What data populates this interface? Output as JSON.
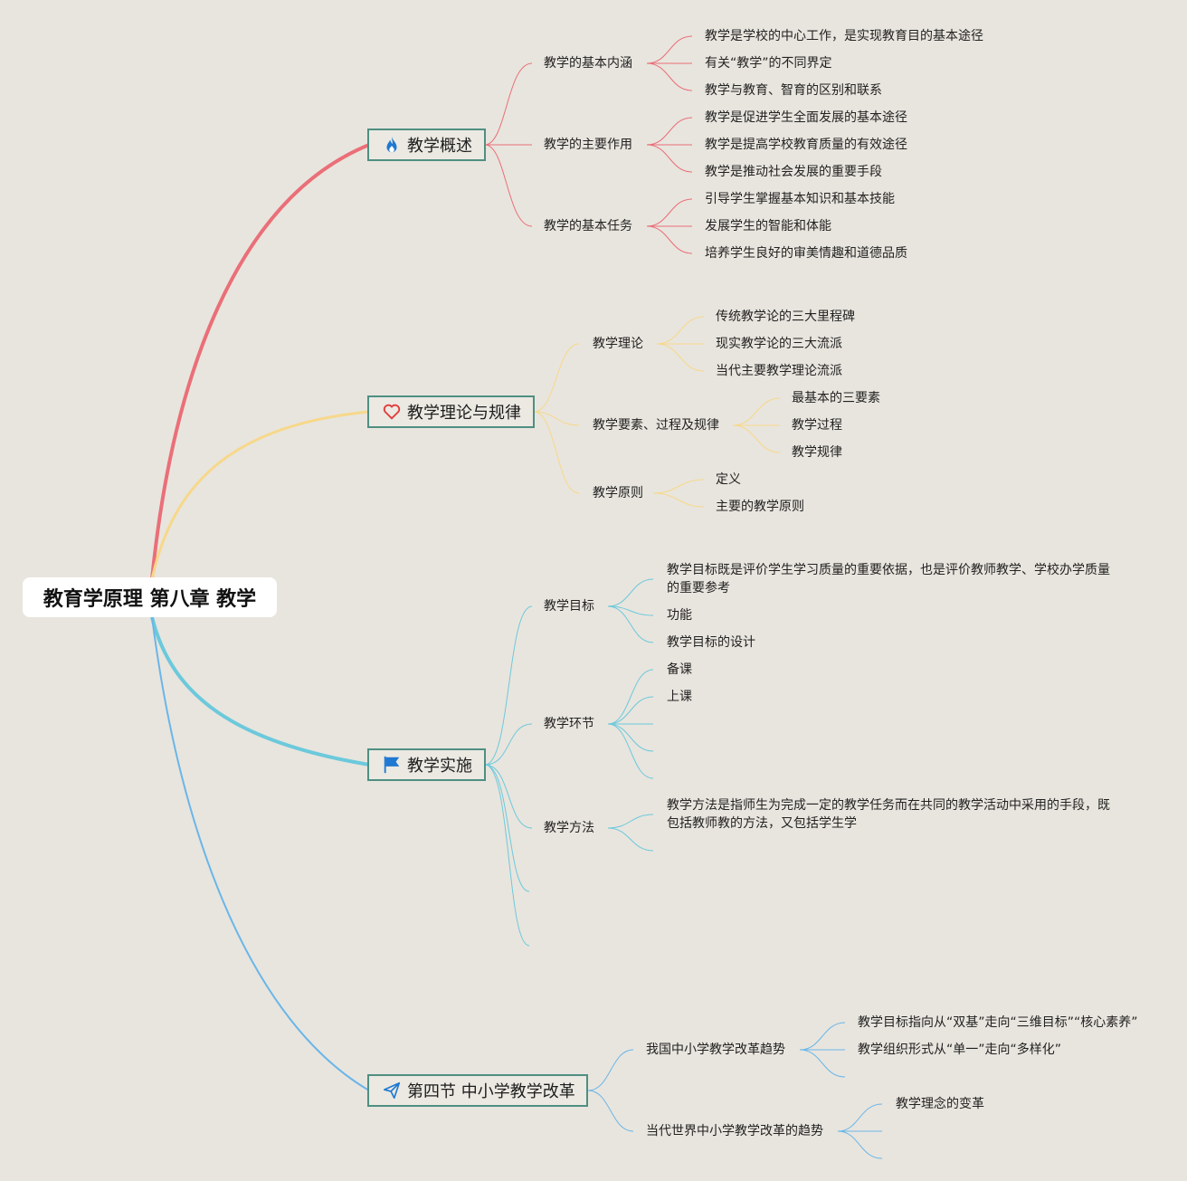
{
  "root": "教育学原理 第八章 教学",
  "colors": {
    "red": "#ea6f78",
    "yellow": "#f7d88a",
    "cyan": "#6cc9dc",
    "blue": "#6ab6e9",
    "frame": "#4f8f82",
    "background": "#e8e5de"
  },
  "topics": [
    {
      "label": "教学概述",
      "icon": "flame-icon",
      "children": [
        {
          "label": "教学的基本内涵",
          "children": [
            "教学是学校的中心工作，是实现教育目的基本途径",
            "有关“教学”的不同界定",
            "教学与教育、智育的区别和联系"
          ]
        },
        {
          "label": "教学的主要作用",
          "children": [
            "教学是促进学生全面发展的基本途径",
            "教学是提高学校教育质量的有效途径",
            "教学是推动社会发展的重要手段"
          ]
        },
        {
          "label": "教学的基本任务",
          "children": [
            "引导学生掌握基本知识和基本技能",
            "发展学生的智能和体能",
            "培养学生良好的审美情趣和道德品质"
          ]
        }
      ]
    },
    {
      "label": "教学理论与规律",
      "icon": "heart-icon",
      "children": [
        {
          "label": "教学理论",
          "children": [
            "传统教学论的三大里程碑",
            "现实教学论的三大流派",
            "当代主要教学理论流派"
          ]
        },
        {
          "label": "教学要素、过程及规律",
          "children": [
            "最基本的三要素",
            "教学过程",
            "教学规律"
          ]
        },
        {
          "label": "教学原则",
          "children": [
            "定义",
            "主要的教学原则"
          ]
        }
      ]
    },
    {
      "label": "教学实施",
      "icon": "flag-icon",
      "children": [
        {
          "label": "教学目标",
          "children": [
            "教学目标既是评价学生学习质量的重要依据，也是评价教师教学、学校办学质量的重要参考",
            "功能",
            "教学目标的设计"
          ]
        },
        {
          "label": "教学环节",
          "children": [
            "备课",
            "上课"
          ]
        },
        {
          "label": "教学方法",
          "children": [
            "教学方法是指师生为完成一定的教学任务而在共同的教学活动中采用的手段，既包括教师教的方法，又包括学生学"
          ]
        }
      ]
    },
    {
      "label": "第四节 中小学教学改革",
      "icon": "paper-plane-icon",
      "children": [
        {
          "label": "我国中小学教学改革趋势",
          "children": [
            "教学目标指向从“双基”走向“三维目标”“核心素养”",
            "教学组织形式从“单一”走向“多样化”"
          ]
        },
        {
          "label": "当代世界中小学教学改革的趋势",
          "children": [
            "教学理念的变革"
          ]
        }
      ]
    }
  ]
}
